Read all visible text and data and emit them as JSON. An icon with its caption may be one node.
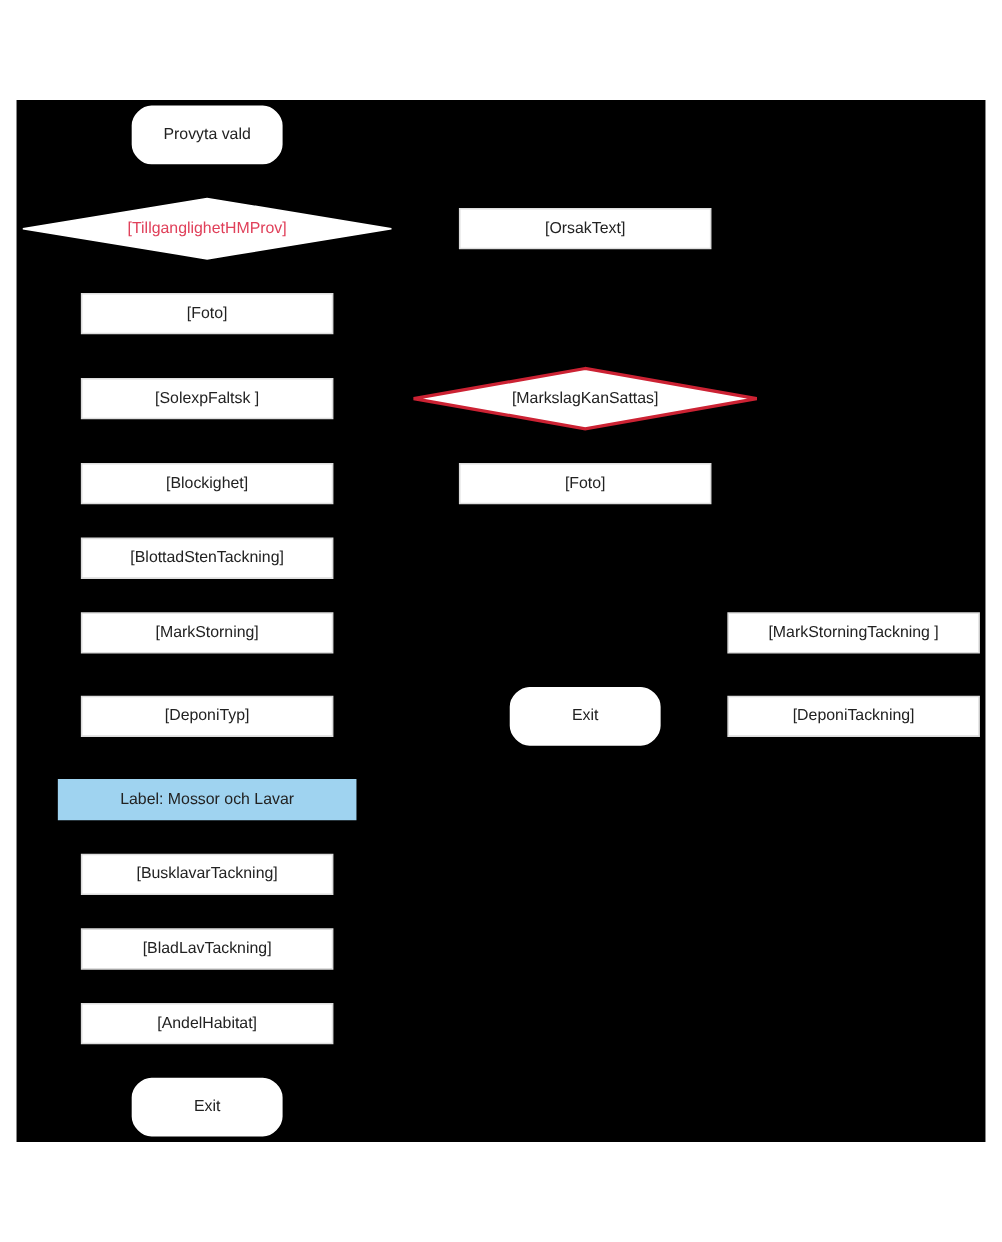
{
  "diagram": {
    "nodes": [
      {
        "text": [
          "Provyta vald"
        ]
      },
      {
        "text": [
          "[TillganglighetHMProv]"
        ]
      },
      {
        "text": [
          "[OrsakText]"
        ]
      },
      {
        "text": [
          "[Foto]"
        ]
      },
      {
        "text": [
          "[MarkslagKanSattas]"
        ]
      },
      {
        "text": [
          "[SolexpFaltsk ]"
        ]
      },
      {
        "text": [
          "[Blockighet]"
        ]
      },
      {
        "text": [
          "[Foto]"
        ]
      },
      {
        "text": [
          "[BlottadStenTackning]"
        ]
      },
      {
        "text": [
          "[MarkStorningTackning ]"
        ]
      },
      {
        "text": [
          "[MarkStorning]"
        ]
      },
      {
        "text": [
          "[DeponiTackning]"
        ]
      },
      {
        "text": [
          "[DeponiTyp]"
        ]
      },
      {
        "text": [
          "Exit"
        ]
      },
      {
        "text": [
          "Label: Mossor och Lavar"
        ]
      },
      {
        "text": [
          "[BusklavarTackning]"
        ]
      },
      {
        "text": [
          "[BladLavTackning]"
        ]
      },
      {
        "text": [
          "[AndelHabitat]"
        ]
      },
      {
        "text": [
          "Exit"
        ]
      }
    ]
  }
}
